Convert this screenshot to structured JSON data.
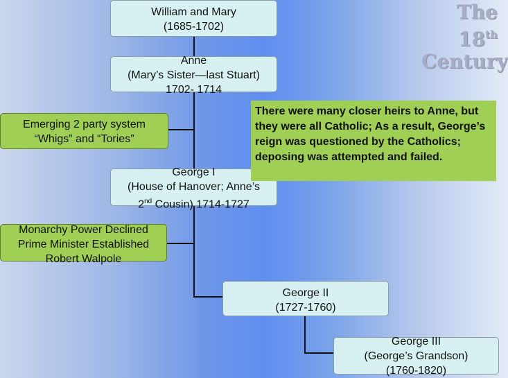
{
  "title": {
    "line1_prefix": "The 18",
    "line1_sup": "th",
    "line2": "Century"
  },
  "boxes": {
    "william_mary": {
      "line1": "William and Mary",
      "line2": "(1685-1702)"
    },
    "anne": {
      "line1": "Anne",
      "line2": "(Mary’s Sister—last Stuart)",
      "line3": "1702- 1714"
    },
    "george1": {
      "line1": "George I",
      "line2": "(House of Hanover; Anne’s",
      "line3_prefix": "2",
      "line3_sup": "nd",
      "line3_suffix": " Cousin) 1714-1727"
    },
    "george2": {
      "line1": "George II",
      "line2": "(1727-1760)"
    },
    "george3": {
      "line1": "George III",
      "line2": "(George’s Grandson)",
      "line3": "(1760-1820)"
    }
  },
  "side_notes": {
    "party": {
      "line1": "Emerging 2 party system",
      "line2": "“Whigs” and “Tories”"
    },
    "monarchy": {
      "line1": "Monarchy Power Declined",
      "line2": "Prime Minister Established",
      "line3": "Robert Walpole"
    }
  },
  "callout": {
    "text": "There were many closer heirs to Anne, but they were all Catholic; As a result, George’s reign was questioned by the Catholics; deposing was attempted and failed."
  },
  "colors": {
    "box_fill": "#d7f0f1",
    "note_fill": "#9fcf54",
    "connector": "#111111"
  }
}
